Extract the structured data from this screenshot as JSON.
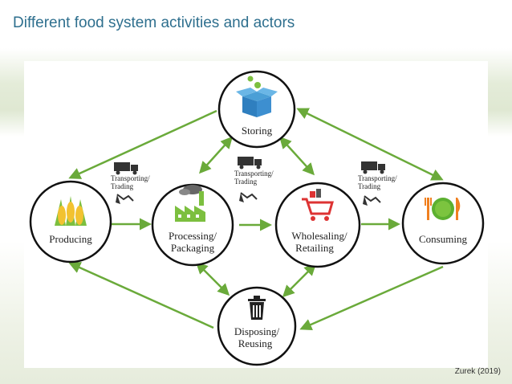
{
  "slide": {
    "title": "Different food system activities and actors",
    "citation": "Zurek (2019)"
  },
  "nodes": {
    "storing": "Storing",
    "producing": "Producing",
    "processing_l1": "Processing/",
    "processing_l2": "Packaging",
    "wholesaling_l1": "Wholesaling/",
    "wholesaling_l2": "Retailing",
    "consuming": "Consuming",
    "disposing_l1": "Disposing/",
    "disposing_l2": "Reusing"
  },
  "flows": {
    "line1": "Transporting/",
    "line2": "Trading"
  },
  "colors": {
    "arrow": "#6aaa3a",
    "title": "#2e6f8e",
    "circle_stroke": "#111111"
  },
  "icons": [
    "open-box-icon",
    "corn-icon",
    "factory-icon",
    "shopping-cart-icon",
    "plate-icon",
    "trash-can-icon",
    "truck-icon",
    "handshake-icon"
  ]
}
